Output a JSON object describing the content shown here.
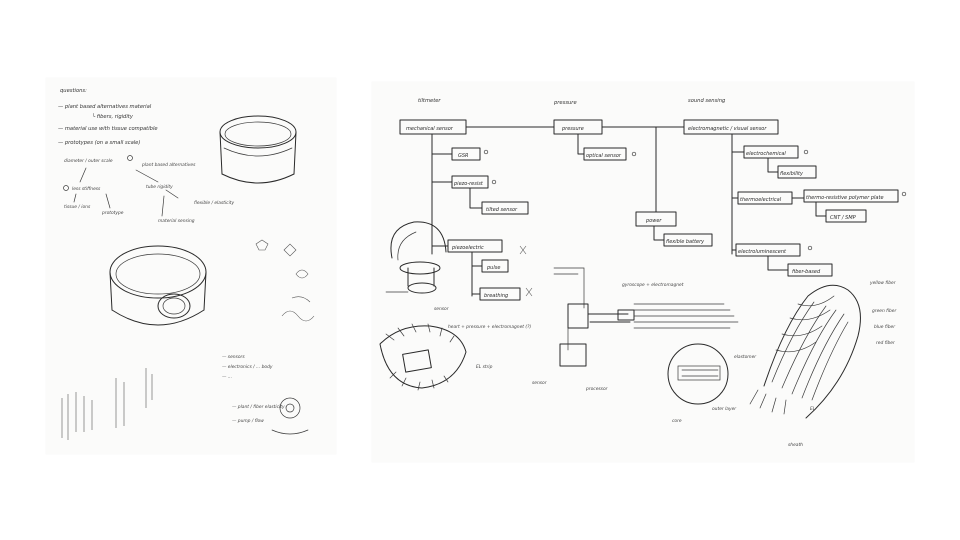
{
  "left_sheet": {
    "notes": [
      {
        "text": "questions:"
      },
      {
        "text": "— plant based alternatives material"
      },
      {
        "text": "└ fibers, rigidity"
      },
      {
        "text": "— material use with tissue compatible"
      },
      {
        "text": "— prototypes (on a small scale)"
      },
      {
        "text": "diameter / outer scale"
      },
      {
        "text": "plant based alternatives"
      },
      {
        "text": "tube rigidity"
      },
      {
        "text": "less stiffness"
      },
      {
        "text": "tissue / ions"
      },
      {
        "text": "prototype"
      },
      {
        "text": "flexible / elasticity"
      },
      {
        "text": "material sensing"
      },
      {
        "text": "— sensors"
      },
      {
        "text": "— electronics / ... body"
      },
      {
        "text": "— ... "
      },
      {
        "text": "— plant / fiber elasticity"
      },
      {
        "text": "— pump / flow"
      }
    ]
  },
  "right_sheet": {
    "columns": [
      {
        "text": "tiltmeter"
      },
      {
        "text": "pressure"
      },
      {
        "text": "sound sensing"
      }
    ],
    "boxes": [
      {
        "id": "mechanical",
        "text": "mechanical sensor"
      },
      {
        "id": "pressure",
        "text": "pressure"
      },
      {
        "id": "electromagnetic",
        "text": "electromagnetic / visual sensor"
      },
      {
        "id": "gsr",
        "text": "GSR"
      },
      {
        "id": "piezo_res",
        "text": "piezo-resist"
      },
      {
        "id": "strain",
        "text": "tilted sensor"
      },
      {
        "id": "optical",
        "text": "optical sensor"
      },
      {
        "id": "piezoelectric",
        "text": "piezoelectric"
      },
      {
        "id": "pulse",
        "text": "pulse"
      },
      {
        "id": "breathing",
        "text": "breathing"
      },
      {
        "id": "electrochemical",
        "text": "electrochemical"
      },
      {
        "id": "flexibility",
        "text": "flexibility"
      },
      {
        "id": "thermoelectrical",
        "text": "thermoelectrical"
      },
      {
        "id": "thermoelectric_note",
        "text": "thermo-resistive polymer plate"
      },
      {
        "id": "cnt",
        "text": "CNT / SMP"
      },
      {
        "id": "power",
        "text": "power"
      },
      {
        "id": "battery",
        "text": "flexible battery"
      },
      {
        "id": "electroluminescent",
        "text": "electroluminescent"
      },
      {
        "id": "fiber",
        "text": "fiber-based"
      }
    ],
    "annotations": [
      {
        "text": "sensor"
      },
      {
        "text": "gyroscope + electromagnet"
      },
      {
        "text": "heart + pressure + electromagnet (?)"
      },
      {
        "text": "EL strip"
      },
      {
        "text": "sensor"
      },
      {
        "text": "processor"
      },
      {
        "text": "elastomer"
      },
      {
        "text": "outer layer"
      },
      {
        "text": "core"
      },
      {
        "text": "yellow fiber"
      },
      {
        "text": "green fiber"
      },
      {
        "text": "blue fiber"
      },
      {
        "text": "red fiber"
      },
      {
        "text": "sheath"
      },
      {
        "text": "EL"
      }
    ]
  }
}
